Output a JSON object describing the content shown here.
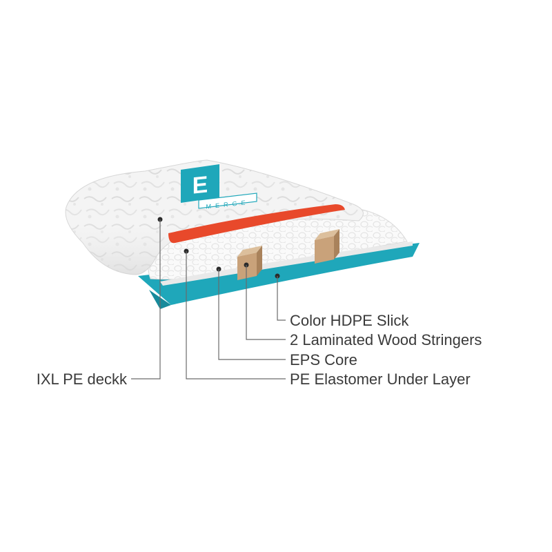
{
  "logo": {
    "glyph": "E",
    "wordmark": "MERGE"
  },
  "colors": {
    "slick": "#1fa7ba",
    "rail_stripe": "#e8492b",
    "stringer": "#c9a27a",
    "foam": "#f2f2f2"
  },
  "callouts": [
    {
      "id": "slick",
      "label": "Color HDPE Slick"
    },
    {
      "id": "stringers",
      "label": "2 Laminated Wood Stringers"
    },
    {
      "id": "core",
      "label": "EPS Core"
    },
    {
      "id": "under_layer",
      "label": "PE Elastomer Under Layer"
    },
    {
      "id": "deck",
      "label": "IXL PE deckk"
    }
  ]
}
